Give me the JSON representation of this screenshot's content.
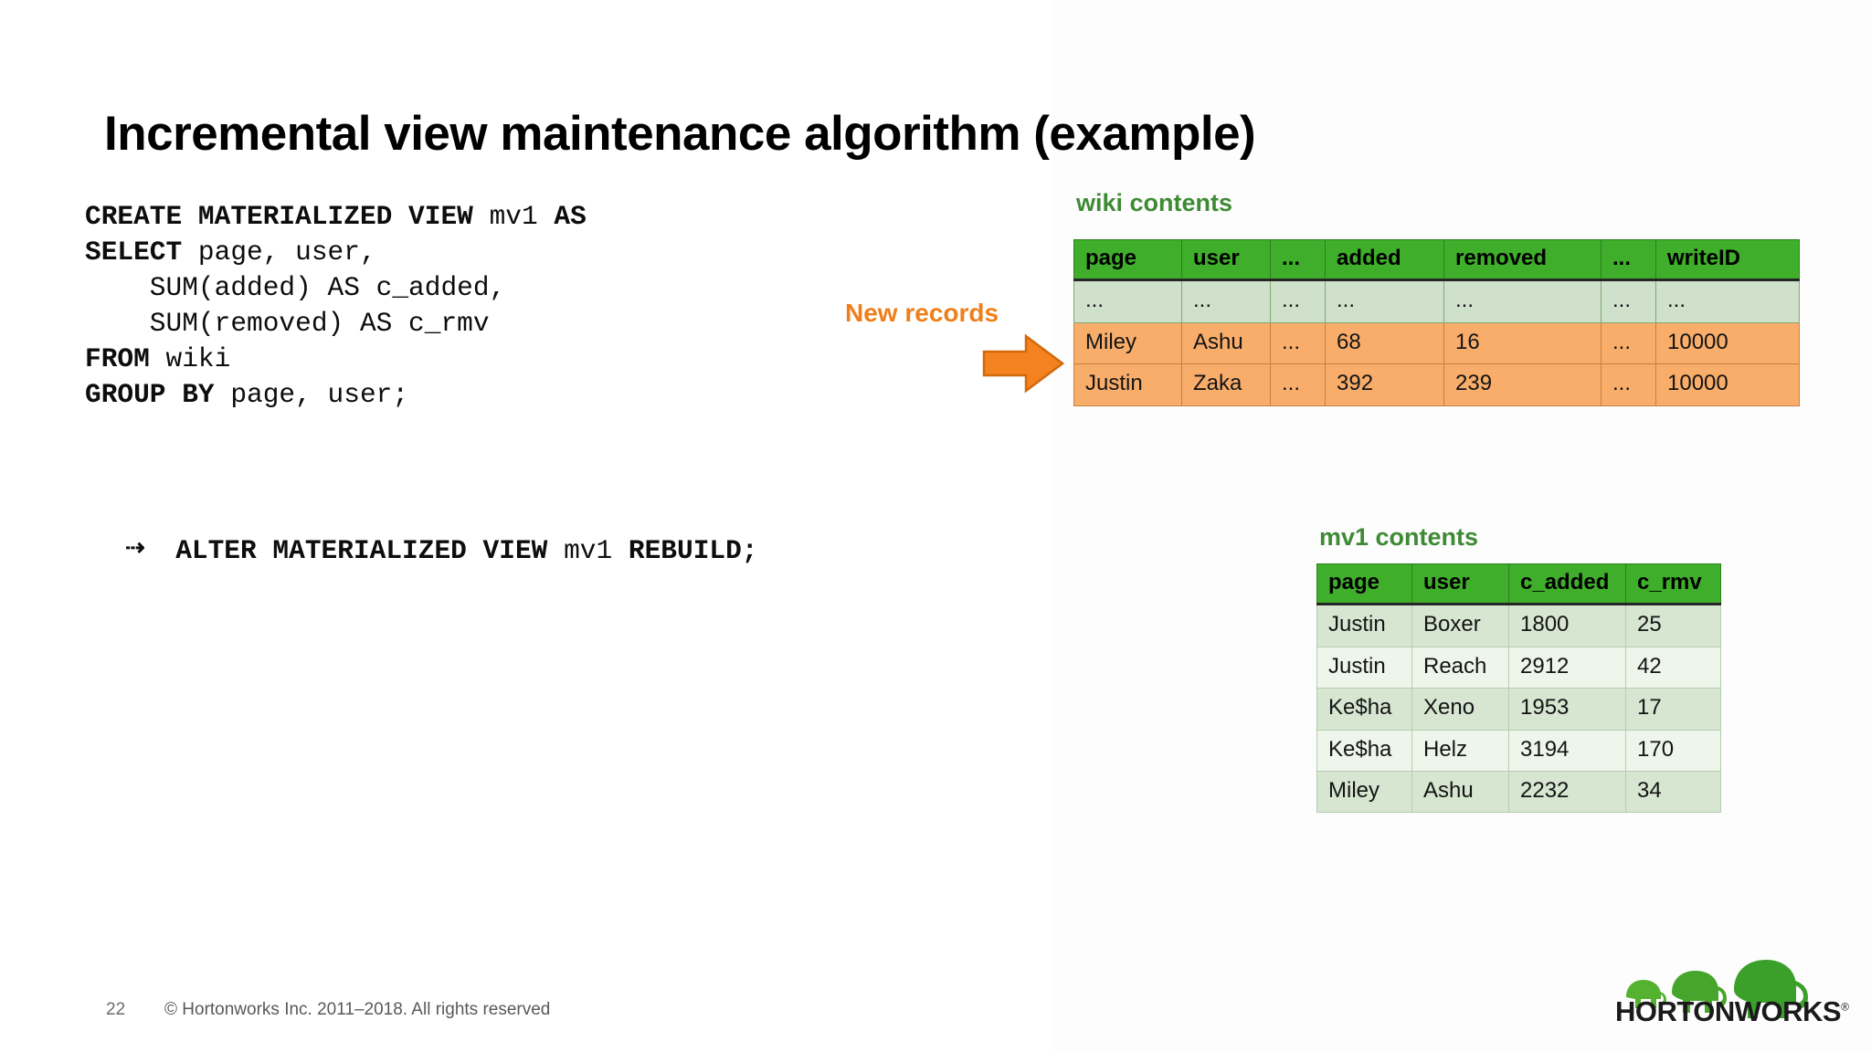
{
  "slide": {
    "title": "Incremental view maintenance algorithm (example)",
    "page_number": "22",
    "copyright": "© Hortonworks Inc. 2011–2018. All rights reserved",
    "brand": "HORTONWORKS",
    "brand_registered_mark": "®"
  },
  "colors": {
    "header_green": "#3fae2a",
    "caption_green": "#3e8a35",
    "new_row_orange": "#f9ad6a",
    "accent_orange": "#ef7f1b",
    "dots_row_green": "#cfe0cb"
  },
  "sql_create": {
    "line1_kw": "CREATE MATERIALIZED VIEW",
    "line1_obj": " mv1 ",
    "line1_kw2": "AS",
    "line2_kw": "SELECT",
    "line2_rest": " page, user,",
    "line3": "    SUM(added) AS c_added,",
    "line4": "    SUM(removed) AS c_rmv",
    "line5_kw": "FROM",
    "line5_rest": " wiki",
    "line6_kw": "GROUP BY",
    "line6_rest": " page, user;"
  },
  "sql_alter": {
    "arrow": "⇢",
    "kw1": "ALTER MATERIALIZED VIEW",
    "obj": " mv1 ",
    "kw2": "REBUILD;"
  },
  "annotation": {
    "new_records_label": "New records",
    "arrow_icon": "right-arrow-icon"
  },
  "wiki_table": {
    "caption": "wiki contents",
    "columns": [
      "page",
      "user",
      "...",
      "added",
      "removed",
      "...",
      "writeID"
    ],
    "rows": [
      {
        "kind": "dots",
        "cells": [
          "...",
          "...",
          "...",
          "...",
          "...",
          "...",
          "..."
        ]
      },
      {
        "kind": "new",
        "cells": [
          "Miley",
          "Ashu",
          "...",
          "68",
          "16",
          "...",
          "10000"
        ]
      },
      {
        "kind": "new",
        "cells": [
          "Justin",
          "Zaka",
          "...",
          "392",
          "239",
          "...",
          "10000"
        ]
      }
    ]
  },
  "mv1_table": {
    "caption": "mv1 contents",
    "columns": [
      "page",
      "user",
      "c_added",
      "c_rmv"
    ],
    "rows": [
      [
        "Justin",
        "Boxer",
        "1800",
        "25"
      ],
      [
        "Justin",
        "Reach",
        "2912",
        "42"
      ],
      [
        "Ke$ha",
        "Xeno",
        "1953",
        "17"
      ],
      [
        "Ke$ha",
        "Helz",
        "3194",
        "170"
      ],
      [
        "Miley",
        "Ashu",
        "2232",
        "34"
      ]
    ]
  }
}
